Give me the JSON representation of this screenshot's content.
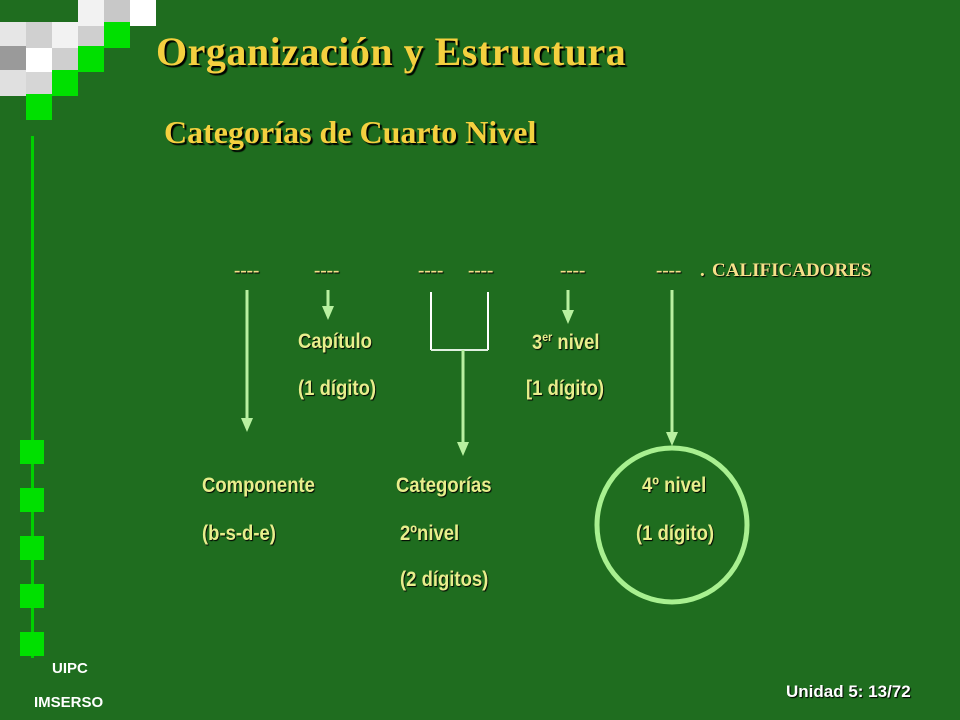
{
  "title": "Organización y Estructura",
  "subtitle": "Categorías de Cuarto Nivel",
  "code_row": {
    "seg1": "----",
    "seg2": "----",
    "seg3": "----",
    "seg4": "----",
    "seg5": "----",
    "seg6": "----",
    "dot": ".",
    "calificadores": "CALIFICADORES"
  },
  "labels": {
    "capitulo": "Capítulo",
    "capitulo_digits": "(1 dígito)",
    "tercer_nivel_prefix": "3",
    "tercer_nivel_sup": "er",
    "tercer_nivel_suffix": " nivel",
    "tercer_nivel_digits": "[1 dígito)",
    "componente": "Componente",
    "componente_codes": "(b-s-d-e)",
    "categorias": "Categorías",
    "categorias_level": "2ºnivel",
    "categorias_digits": "(2 dígitos)",
    "cuarto_nivel": "4º nivel",
    "cuarto_nivel_digits": "(1 dígito)"
  },
  "footer": {
    "org1": "UIPC",
    "org2": "IMSERSO",
    "page": "Unidad 5: 13/72"
  },
  "colors": {
    "background": "#1f6d1f",
    "title": "#f4d03f",
    "accent_green": "#00e000",
    "arrow": "#b8f0a0",
    "circle": "#a8f090"
  }
}
